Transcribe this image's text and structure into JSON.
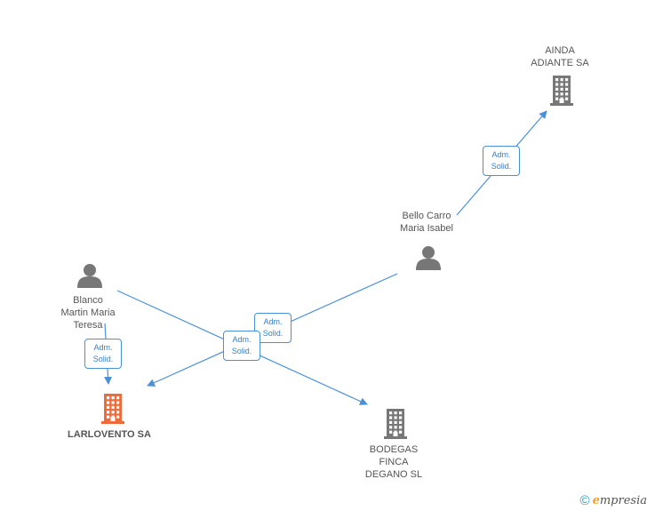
{
  "nodes": {
    "ainda": {
      "type": "company",
      "lines": [
        "AINDA",
        "ADIANTE SA"
      ]
    },
    "bello": {
      "type": "person",
      "lines": [
        "Bello Carro",
        "Maria Isabel"
      ]
    },
    "blanco": {
      "type": "person",
      "lines": [
        "Blanco",
        "Martin Maria",
        "Teresa"
      ]
    },
    "larlovento": {
      "type": "company",
      "focus": true,
      "lines": [
        "LARLOVENTO SA"
      ]
    },
    "bodegas": {
      "type": "company",
      "lines": [
        "BODEGAS",
        "FINCA",
        "DEGANO SL"
      ]
    }
  },
  "edges": [
    {
      "from": "bello",
      "to": "ainda",
      "lines": [
        "Adm.",
        "Solid."
      ]
    },
    {
      "from": "blanco",
      "to": "larlovento",
      "lines": [
        "Adm.",
        "Solid."
      ]
    },
    {
      "from": "bello",
      "to": "larlovento",
      "lines": [
        "Adm.",
        "Solid."
      ]
    },
    {
      "from": "blanco",
      "to": "bodegas",
      "lines": [
        "Adm.",
        "Solid."
      ]
    }
  ],
  "colors": {
    "edge": "#4a90d9",
    "company": "#777777",
    "focus_company": "#f06a3a",
    "person": "#777777"
  },
  "icons": {
    "company": "building-icon",
    "person": "person-icon",
    "copyright": "copyright-icon"
  },
  "footer": {
    "copyright_symbol": "©",
    "brand_initial": "e",
    "brand_rest": "mpresia"
  }
}
